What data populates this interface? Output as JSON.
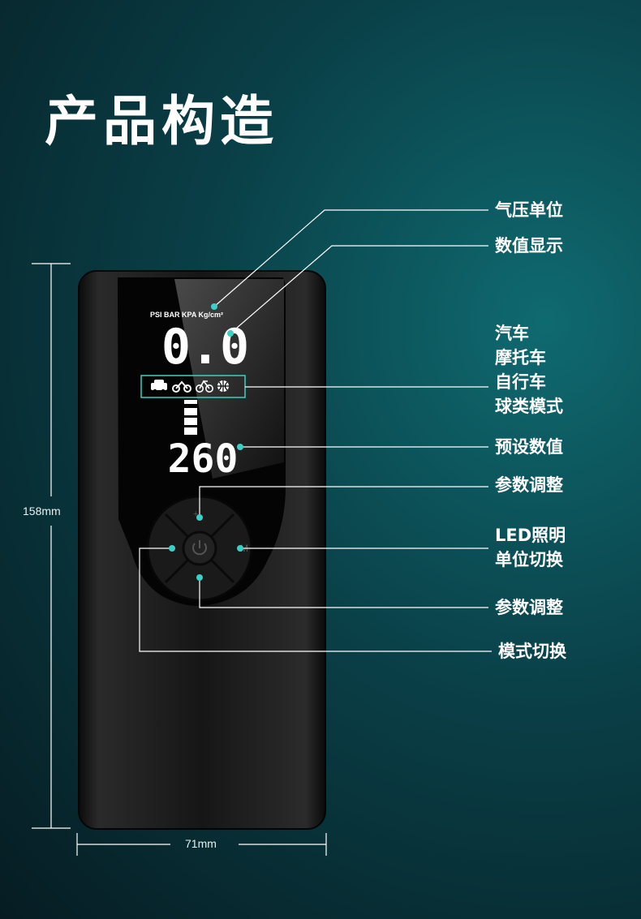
{
  "title": "产品构造",
  "display": {
    "units": "PSI BAR  KPA  Kg/cm²",
    "reading": "0.0",
    "preset": "260"
  },
  "modes": {
    "icons": [
      "car-icon",
      "motorcycle-icon",
      "bicycle-icon",
      "ball-icon"
    ]
  },
  "callouts": {
    "pressure_unit": "气压单位",
    "value_display": "数值显示",
    "mode_line1": "汽车",
    "mode_line2": "摩托车",
    "mode_line3": "自行车",
    "mode_line4": "球类模式",
    "preset_value": "预设数值",
    "adjust_up": "参数调整",
    "led_line1": "LED照明",
    "led_line2": "单位切换",
    "adjust_down": "参数调整",
    "mode_switch": "模式切换"
  },
  "dimensions": {
    "height": "158mm",
    "width": "71mm"
  },
  "colors": {
    "accent": "#3ad0c4",
    "device": "#141414",
    "screen": "#050505"
  }
}
